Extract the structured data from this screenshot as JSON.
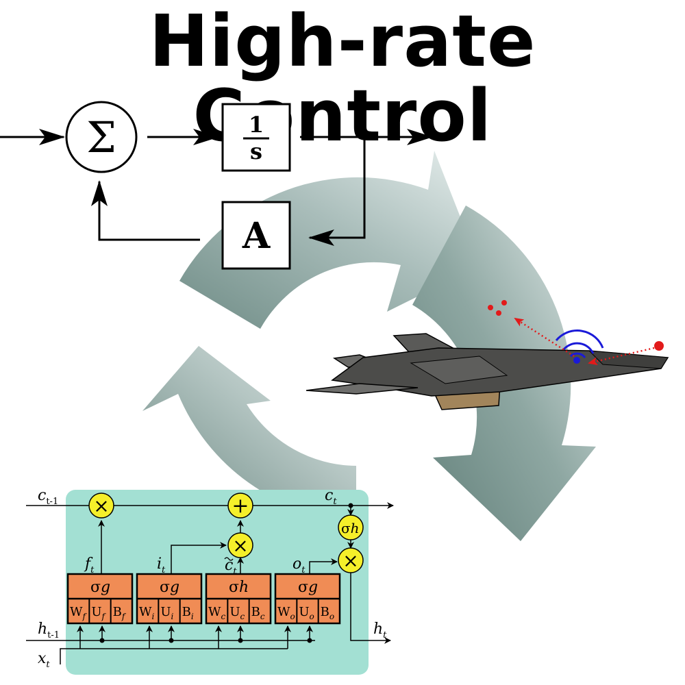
{
  "title": "High-rate Control",
  "colors": {
    "cycle_dark": "#6f8c86",
    "cycle_light": "#e6eeed",
    "lstm_bg": "#a3e0d3",
    "gate_box": "#f08c55",
    "op_circle": "#f5ef2a",
    "signal_red": "#e21a1a",
    "sensor_blue": "#1a1ad8",
    "aircraft_body": "#4c4c4a",
    "aircraft_belly": "#a2855b"
  },
  "control_diagram": {
    "sum_symbol": "Σ",
    "integrator_num": "1",
    "integrator_den": "s",
    "feedback_gain": "A"
  },
  "lstm": {
    "inputs": {
      "c_prev": {
        "base": "c",
        "sub": "t-1"
      },
      "h_prev": {
        "base": "h",
        "sub": "t-1"
      },
      "x": {
        "base": "x",
        "sub": "t"
      }
    },
    "outputs": {
      "c": {
        "base": "c",
        "sub": "t"
      },
      "h": {
        "base": "h",
        "sub": "t"
      }
    },
    "ops": {
      "multiply": "×",
      "add": "+"
    },
    "sigma_h_label": {
      "base": "σ",
      "sub": "h"
    },
    "gate_outputs": {
      "f": {
        "base": "f",
        "sub": "t"
      },
      "i": {
        "base": "i",
        "sub": "t"
      },
      "c_tilde": {
        "base": "c",
        "sub": "t"
      },
      "o": {
        "base": "o",
        "sub": "t"
      }
    },
    "gates": [
      {
        "act_base": "σ",
        "act_sub": "g",
        "w": "W",
        "u": "U",
        "b": "B",
        "idx": "f"
      },
      {
        "act_base": "σ",
        "act_sub": "g",
        "w": "W",
        "u": "U",
        "b": "B",
        "idx": "i"
      },
      {
        "act_base": "σ",
        "act_sub": "h",
        "w": "W",
        "u": "U",
        "b": "B",
        "idx": "c"
      },
      {
        "act_base": "σ",
        "act_sub": "g",
        "w": "W",
        "u": "U",
        "b": "B",
        "idx": "o"
      }
    ]
  }
}
